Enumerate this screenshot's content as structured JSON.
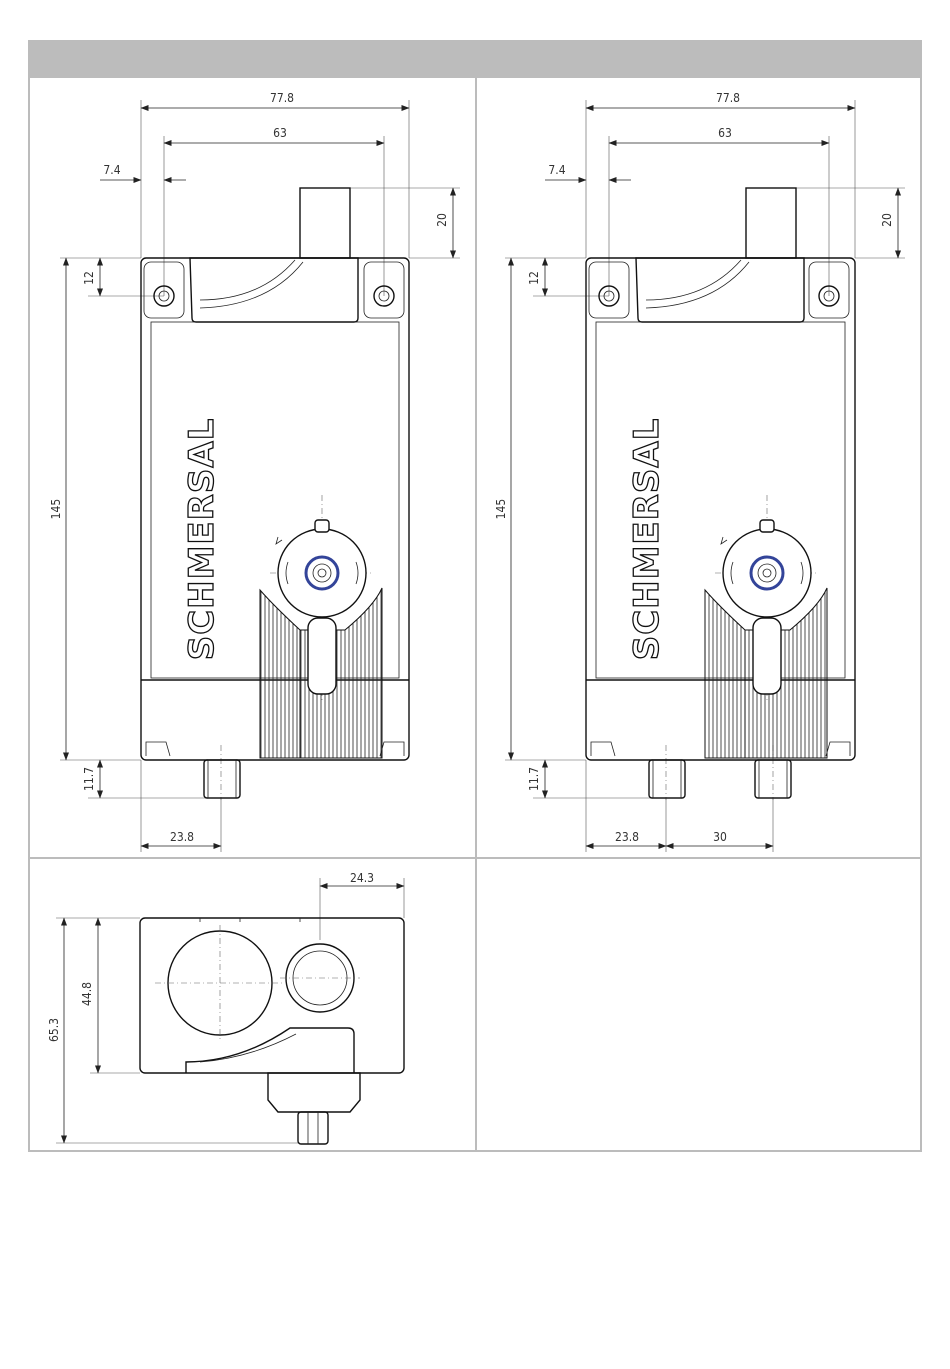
{
  "header": {
    "title": ""
  },
  "views": {
    "front_left": {
      "brand": "SCHMERSAL",
      "dims": {
        "overall_width": "77.8",
        "hole_spacing": "63",
        "hole_offset": "7.4",
        "actuator_height": "20",
        "top_to_hole": "12",
        "overall_height": "145",
        "connector_height": "11.7",
        "connector_offset": "23.8"
      }
    },
    "front_right": {
      "brand": "SCHMERSAL",
      "dims": {
        "overall_width": "77.8",
        "hole_spacing": "63",
        "hole_offset": "7.4",
        "actuator_height": "20",
        "top_to_hole": "12",
        "overall_height": "145",
        "connector_height": "11.7",
        "connector_offset": "23.8",
        "connector_spacing": "30"
      }
    },
    "top_view": {
      "dims": {
        "knob_offset": "24.3",
        "body_depth": "44.8",
        "overall_depth": "65.3"
      }
    }
  }
}
